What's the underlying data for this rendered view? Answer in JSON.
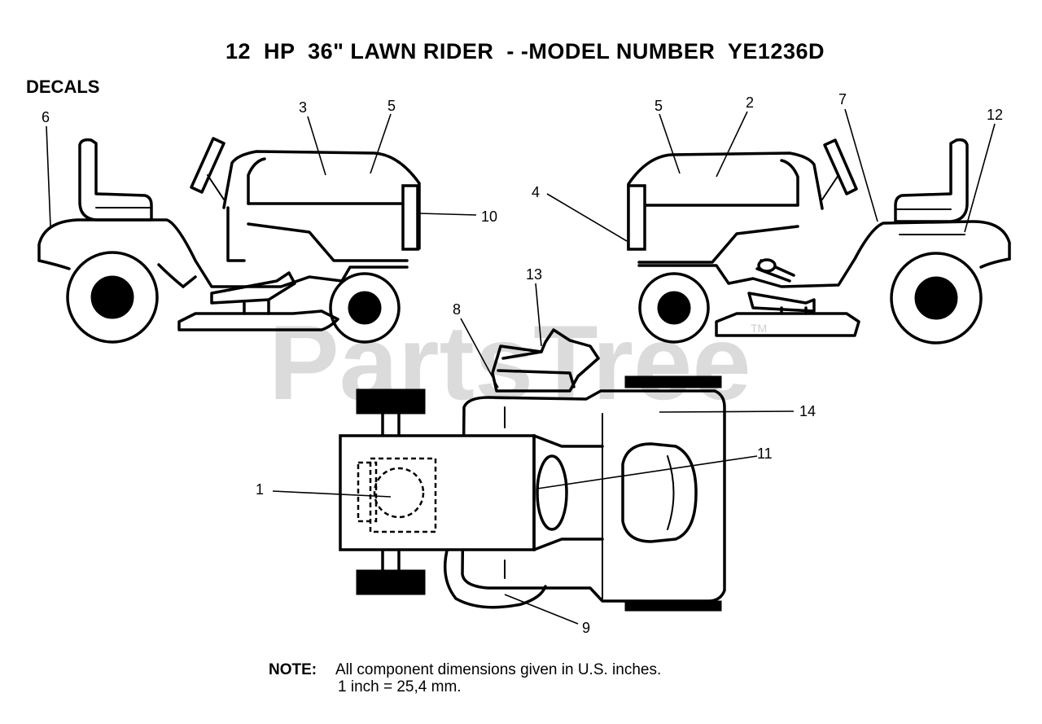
{
  "title": "12  HP  36\" LAWN RIDER  - -MODEL NUMBER  YE1236D",
  "section_label": "DECALS",
  "callouts": {
    "c1": "1",
    "c2": "2",
    "c3": "3",
    "c4": "4",
    "c5a": "5",
    "c5b": "5",
    "c6": "6",
    "c7": "7",
    "c8": "8",
    "c9": "9",
    "c10": "10",
    "c11": "11",
    "c12": "12",
    "c13": "13",
    "c14": "14"
  },
  "note": {
    "label": "NOTE:",
    "line1": "All component dimensions given in U.S. inches.",
    "line2": "1 inch = 25,4 mm."
  },
  "watermark": {
    "text": "PartsTree",
    "tm": "TM"
  }
}
